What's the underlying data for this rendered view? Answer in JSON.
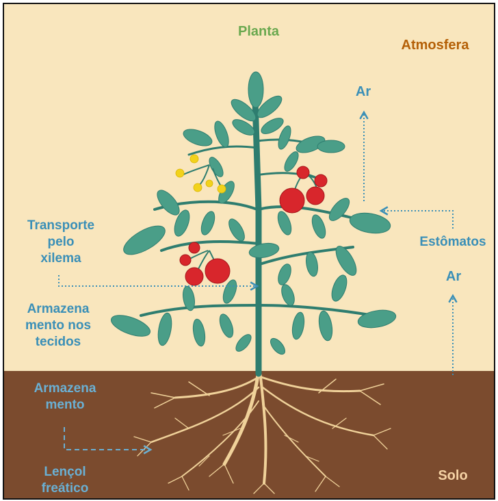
{
  "colors": {
    "sky": "#f9e6bd",
    "soil": "#7b4b2e",
    "stem": "#2e7d6f",
    "leaf": "#4a9e88",
    "leaf_dark": "#2e7d6f",
    "fruit": "#d8262c",
    "flower": "#f2d21b",
    "root": "#f0d29a",
    "label_blue": "#3a8fb7",
    "label_green": "#6aa84f",
    "label_brown": "#b45f06",
    "label_soil": "#f6d3a5"
  },
  "labels": {
    "planta": "Planta",
    "atmosfera": "Atmosfera",
    "ar_top": "Ar",
    "ar_mid": "Ar",
    "estomatos": "Estômatos",
    "transporte_1": "Transporte",
    "transporte_2": "pelo",
    "transporte_3": "xilema",
    "armazena_1": "Armazena",
    "armazena_2": "mento nos",
    "armazena_3": "tecidos",
    "armazenamento_1": "Armazena",
    "armazenamento_2": "mento",
    "lencol_1": "Lençol",
    "lencol_2": "freático",
    "solo": "Solo"
  }
}
